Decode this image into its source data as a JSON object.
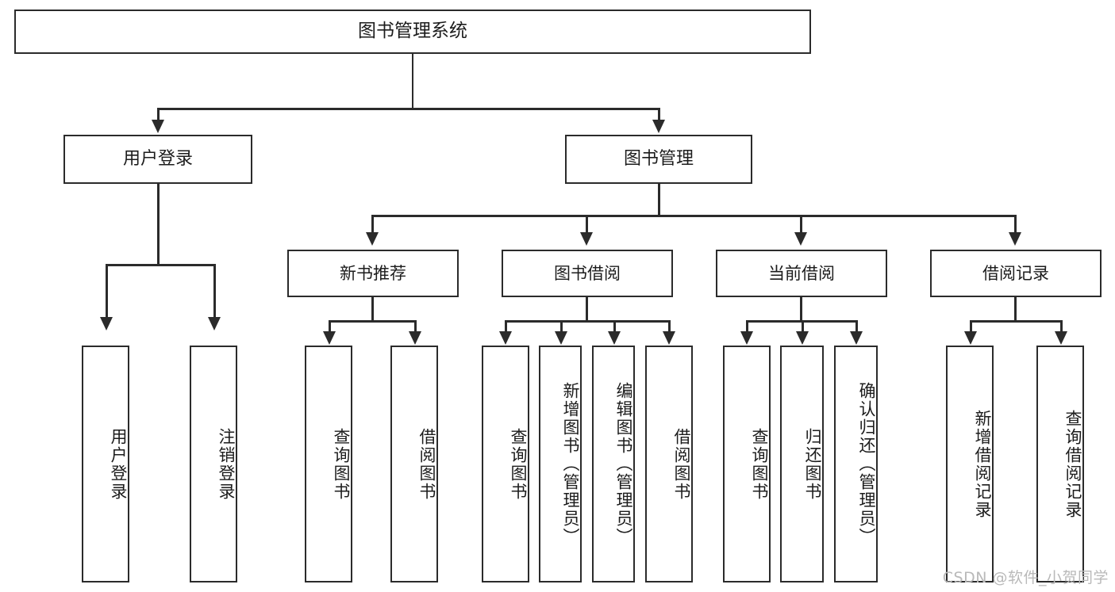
{
  "diagram": {
    "title": "图书管理系统",
    "type": "tree-hierarchy-chart",
    "background": "#ffffff",
    "line_color": "#2b2b2b",
    "box_fill": "#ffffff",
    "text_color": "#1c1c1c"
  },
  "root": {
    "label": "图书管理系统"
  },
  "level2": [
    {
      "id": "user-login",
      "label": "用户登录"
    },
    {
      "id": "book-management",
      "label": "图书管理"
    }
  ],
  "level3": [
    {
      "id": "new-book-recommend",
      "label": "新书推荐"
    },
    {
      "id": "book-borrow",
      "label": "图书借阅"
    },
    {
      "id": "current-borrow",
      "label": "当前借阅"
    },
    {
      "id": "borrow-record",
      "label": "借阅记录"
    }
  ],
  "leaves": {
    "user_login": [
      {
        "id": "leaf-user-login",
        "label": "用户登录"
      },
      {
        "id": "leaf-logout-login",
        "label": "注销登录"
      }
    ],
    "new_book_recommend": [
      {
        "id": "leaf-query-book-1",
        "label": "查询图书"
      },
      {
        "id": "leaf-borrow-book-1",
        "label": "借阅图书"
      }
    ],
    "book_borrow": [
      {
        "id": "leaf-query-book-2",
        "label": "查询图书"
      },
      {
        "id": "leaf-add-book",
        "label": "新增图书（管理员）"
      },
      {
        "id": "leaf-edit-book",
        "label": "编辑图书（管理员）"
      },
      {
        "id": "leaf-borrow-book-2",
        "label": "借阅图书"
      }
    ],
    "current_borrow": [
      {
        "id": "leaf-query-book-3",
        "label": "查询图书"
      },
      {
        "id": "leaf-return-book",
        "label": "归还图书"
      },
      {
        "id": "leaf-confirm-return",
        "label": "确认归还（管理员）"
      }
    ],
    "borrow_record": [
      {
        "id": "leaf-add-record",
        "label": "新增借阅记录"
      },
      {
        "id": "leaf-query-record",
        "label": "查询借阅记录"
      }
    ]
  },
  "watermark": {
    "text": "CSDN @软件_小贺同学"
  }
}
